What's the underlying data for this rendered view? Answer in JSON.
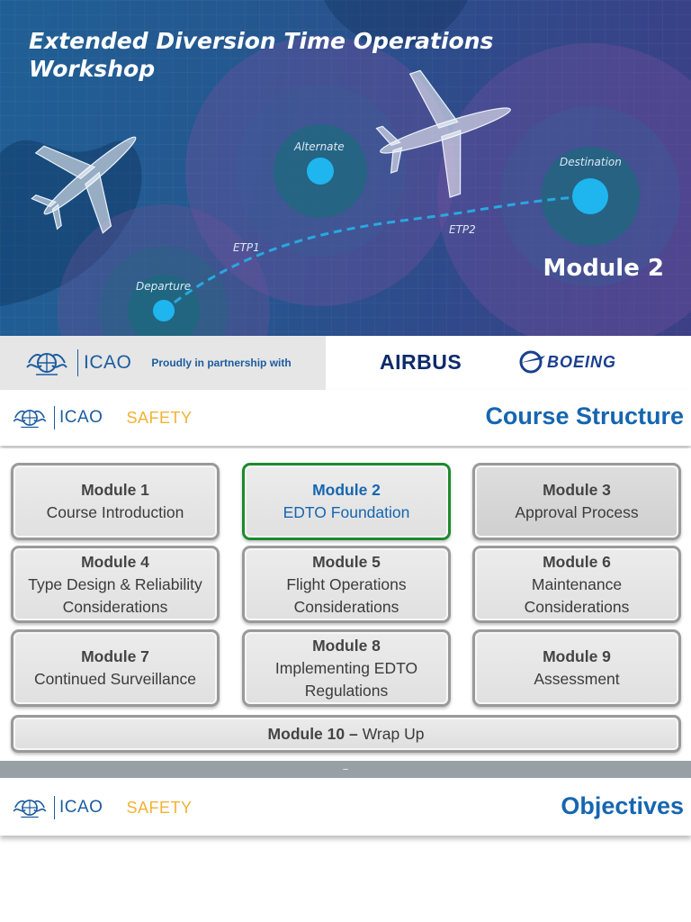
{
  "banner": {
    "title_line1": "Extended Diversion Time Operations",
    "title_line2": "Workshop",
    "module_badge": "Module 2",
    "labels": {
      "alternate": "Alternate",
      "destination": "Destination",
      "departure": "Departure",
      "etp1": "ETP1",
      "etp2": "ETP2"
    }
  },
  "partners": {
    "icao": "ICAO",
    "tagline": "Proudly in partnership with",
    "airbus": "AIRBUS",
    "boeing": "BOEING"
  },
  "header": {
    "icao": "ICAO",
    "safety": "SAFETY"
  },
  "course_structure": {
    "title": "Course Structure",
    "modules": [
      {
        "title": "Module 1",
        "subtitle": "Course Introduction"
      },
      {
        "title": "Module 2",
        "subtitle": "EDTO Foundation",
        "active": true
      },
      {
        "title": "Module 3",
        "subtitle": "Approval Process"
      },
      {
        "title": "Module 4",
        "subtitle": "Type Design & Reliability Considerations"
      },
      {
        "title": "Module 5",
        "subtitle": "Flight Operations Considerations"
      },
      {
        "title": "Module 6",
        "subtitle": "Maintenance Considerations"
      },
      {
        "title": "Module 7",
        "subtitle": "Continued Surveillance"
      },
      {
        "title": "Module 8",
        "subtitle": "Implementing EDTO Regulations"
      },
      {
        "title": "Module 9",
        "subtitle": "Assessment"
      }
    ],
    "wrap_up": {
      "title": "Module 10 –",
      "subtitle": "Wrap Up"
    },
    "footer_mark": "–"
  },
  "objectives": {
    "title": "Objectives"
  },
  "colors": {
    "accent_blue": "#1666b0",
    "safety_yellow": "#f2b233",
    "active_border": "#1e8a2e",
    "route_cyan": "#29a8e0"
  }
}
